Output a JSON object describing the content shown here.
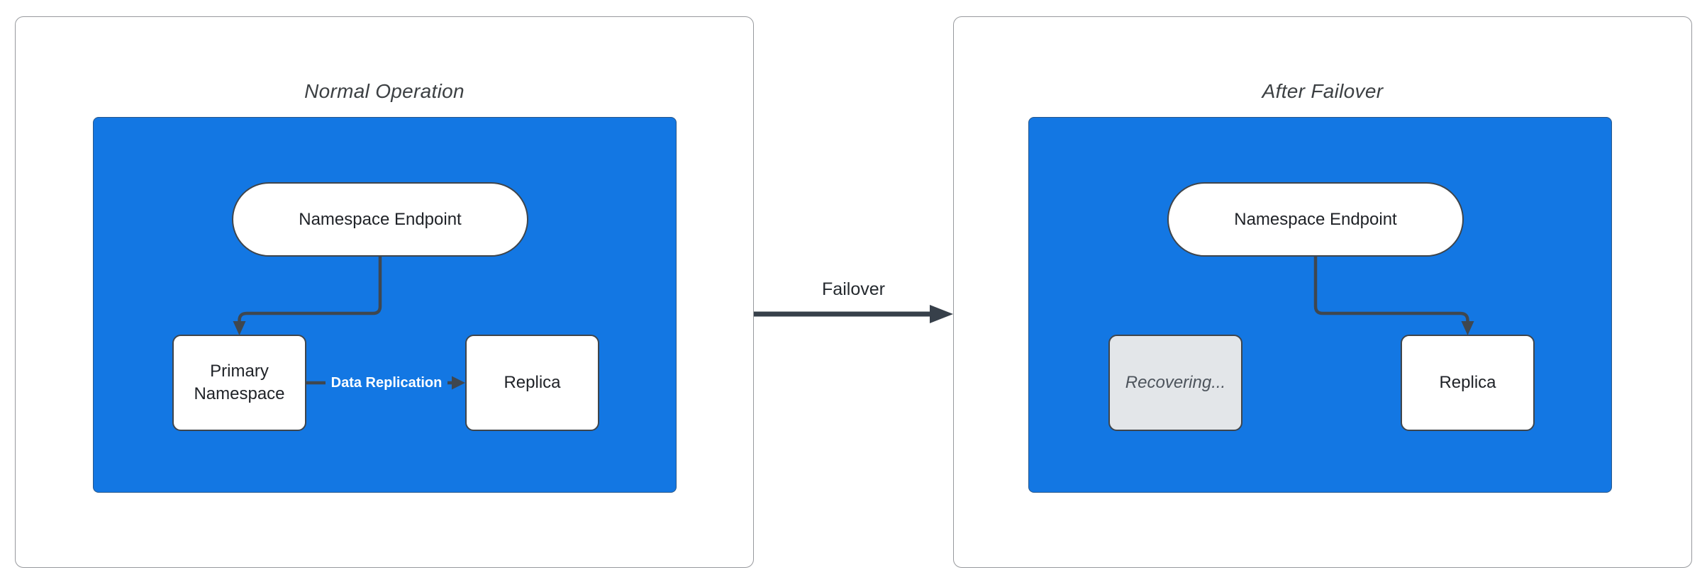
{
  "left_panel": {
    "title": "Normal Operation",
    "endpoint": "Namespace Endpoint",
    "primary_node": "Primary Namespace",
    "replica_node": "Replica",
    "replication_label": "Data Replication"
  },
  "right_panel": {
    "title": "After Failover",
    "endpoint": "Namespace Endpoint",
    "recovering_node": "Recovering...",
    "replica_node": "Replica"
  },
  "failover": {
    "label": "Failover"
  },
  "colors": {
    "container_fill": "#1377e3",
    "node_fill": "#ffffff",
    "node_border": "#3f454b",
    "recovering_fill": "#e3e6e9",
    "recovering_text": "#4d545c",
    "arrow": "#3f474f",
    "failover_arrow": "#37404a",
    "panel_border": "#97999d",
    "title_text": "#3c4043",
    "node_text": "#202328",
    "edge_label_text": "#ffffff"
  }
}
